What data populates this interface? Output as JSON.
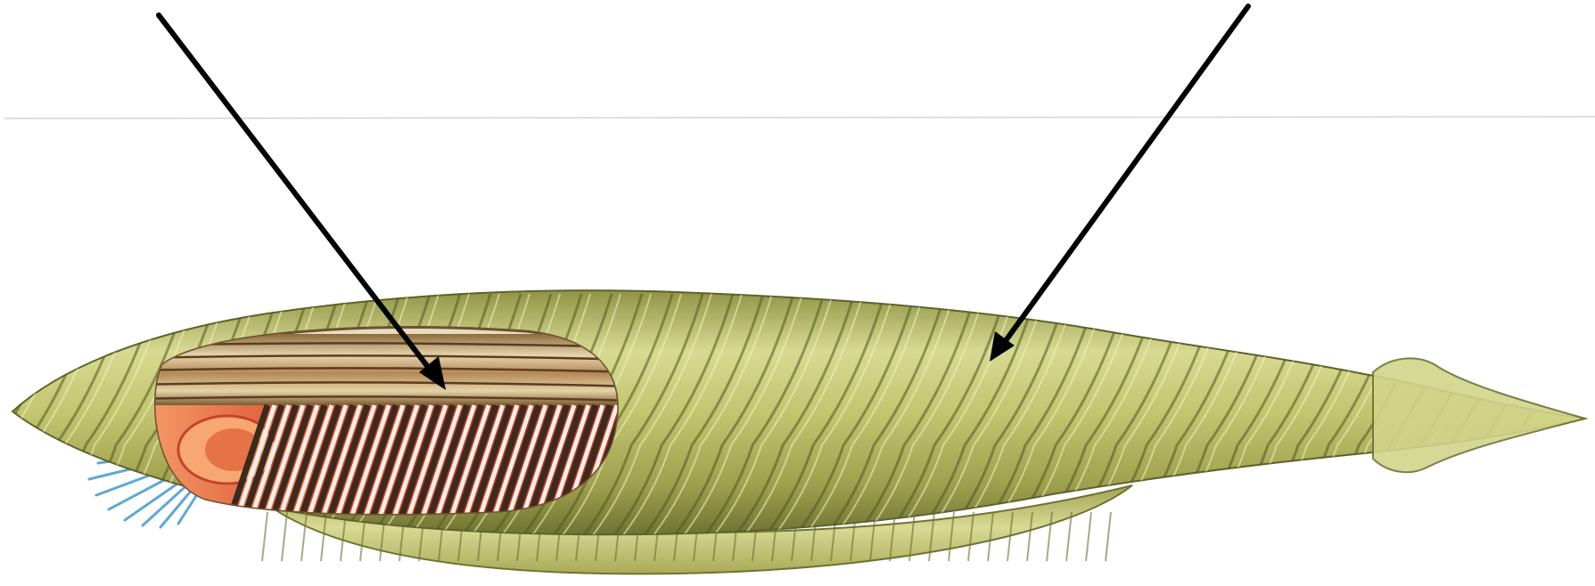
{
  "figure": {
    "subject": "lancelet-cutaway-illustration",
    "labels": [],
    "pointers": [
      {
        "name": "notochord-pointer",
        "target": "notochord"
      },
      {
        "name": "myomeres-pointer",
        "target": "myomeres"
      }
    ],
    "colors": {
      "background": "#ffffff",
      "body_base": "#bdbf6a",
      "body_light": "#e4e6a8",
      "body_dark": "#6f7332",
      "rib_stripe": "#4f5a24",
      "notochord_tan": "#c9a572",
      "notochord_dark": "#5a3e1e",
      "pharynx_red": "#d9442a",
      "pharynx_orange": "#f28a4c",
      "gill_bar_dark": "#3b2a1e",
      "gill_bar_light": "#f4efe6",
      "cirri_blue": "#5fa8d3",
      "arrow": "#000000",
      "guide_line": "#d0d0d0"
    }
  }
}
